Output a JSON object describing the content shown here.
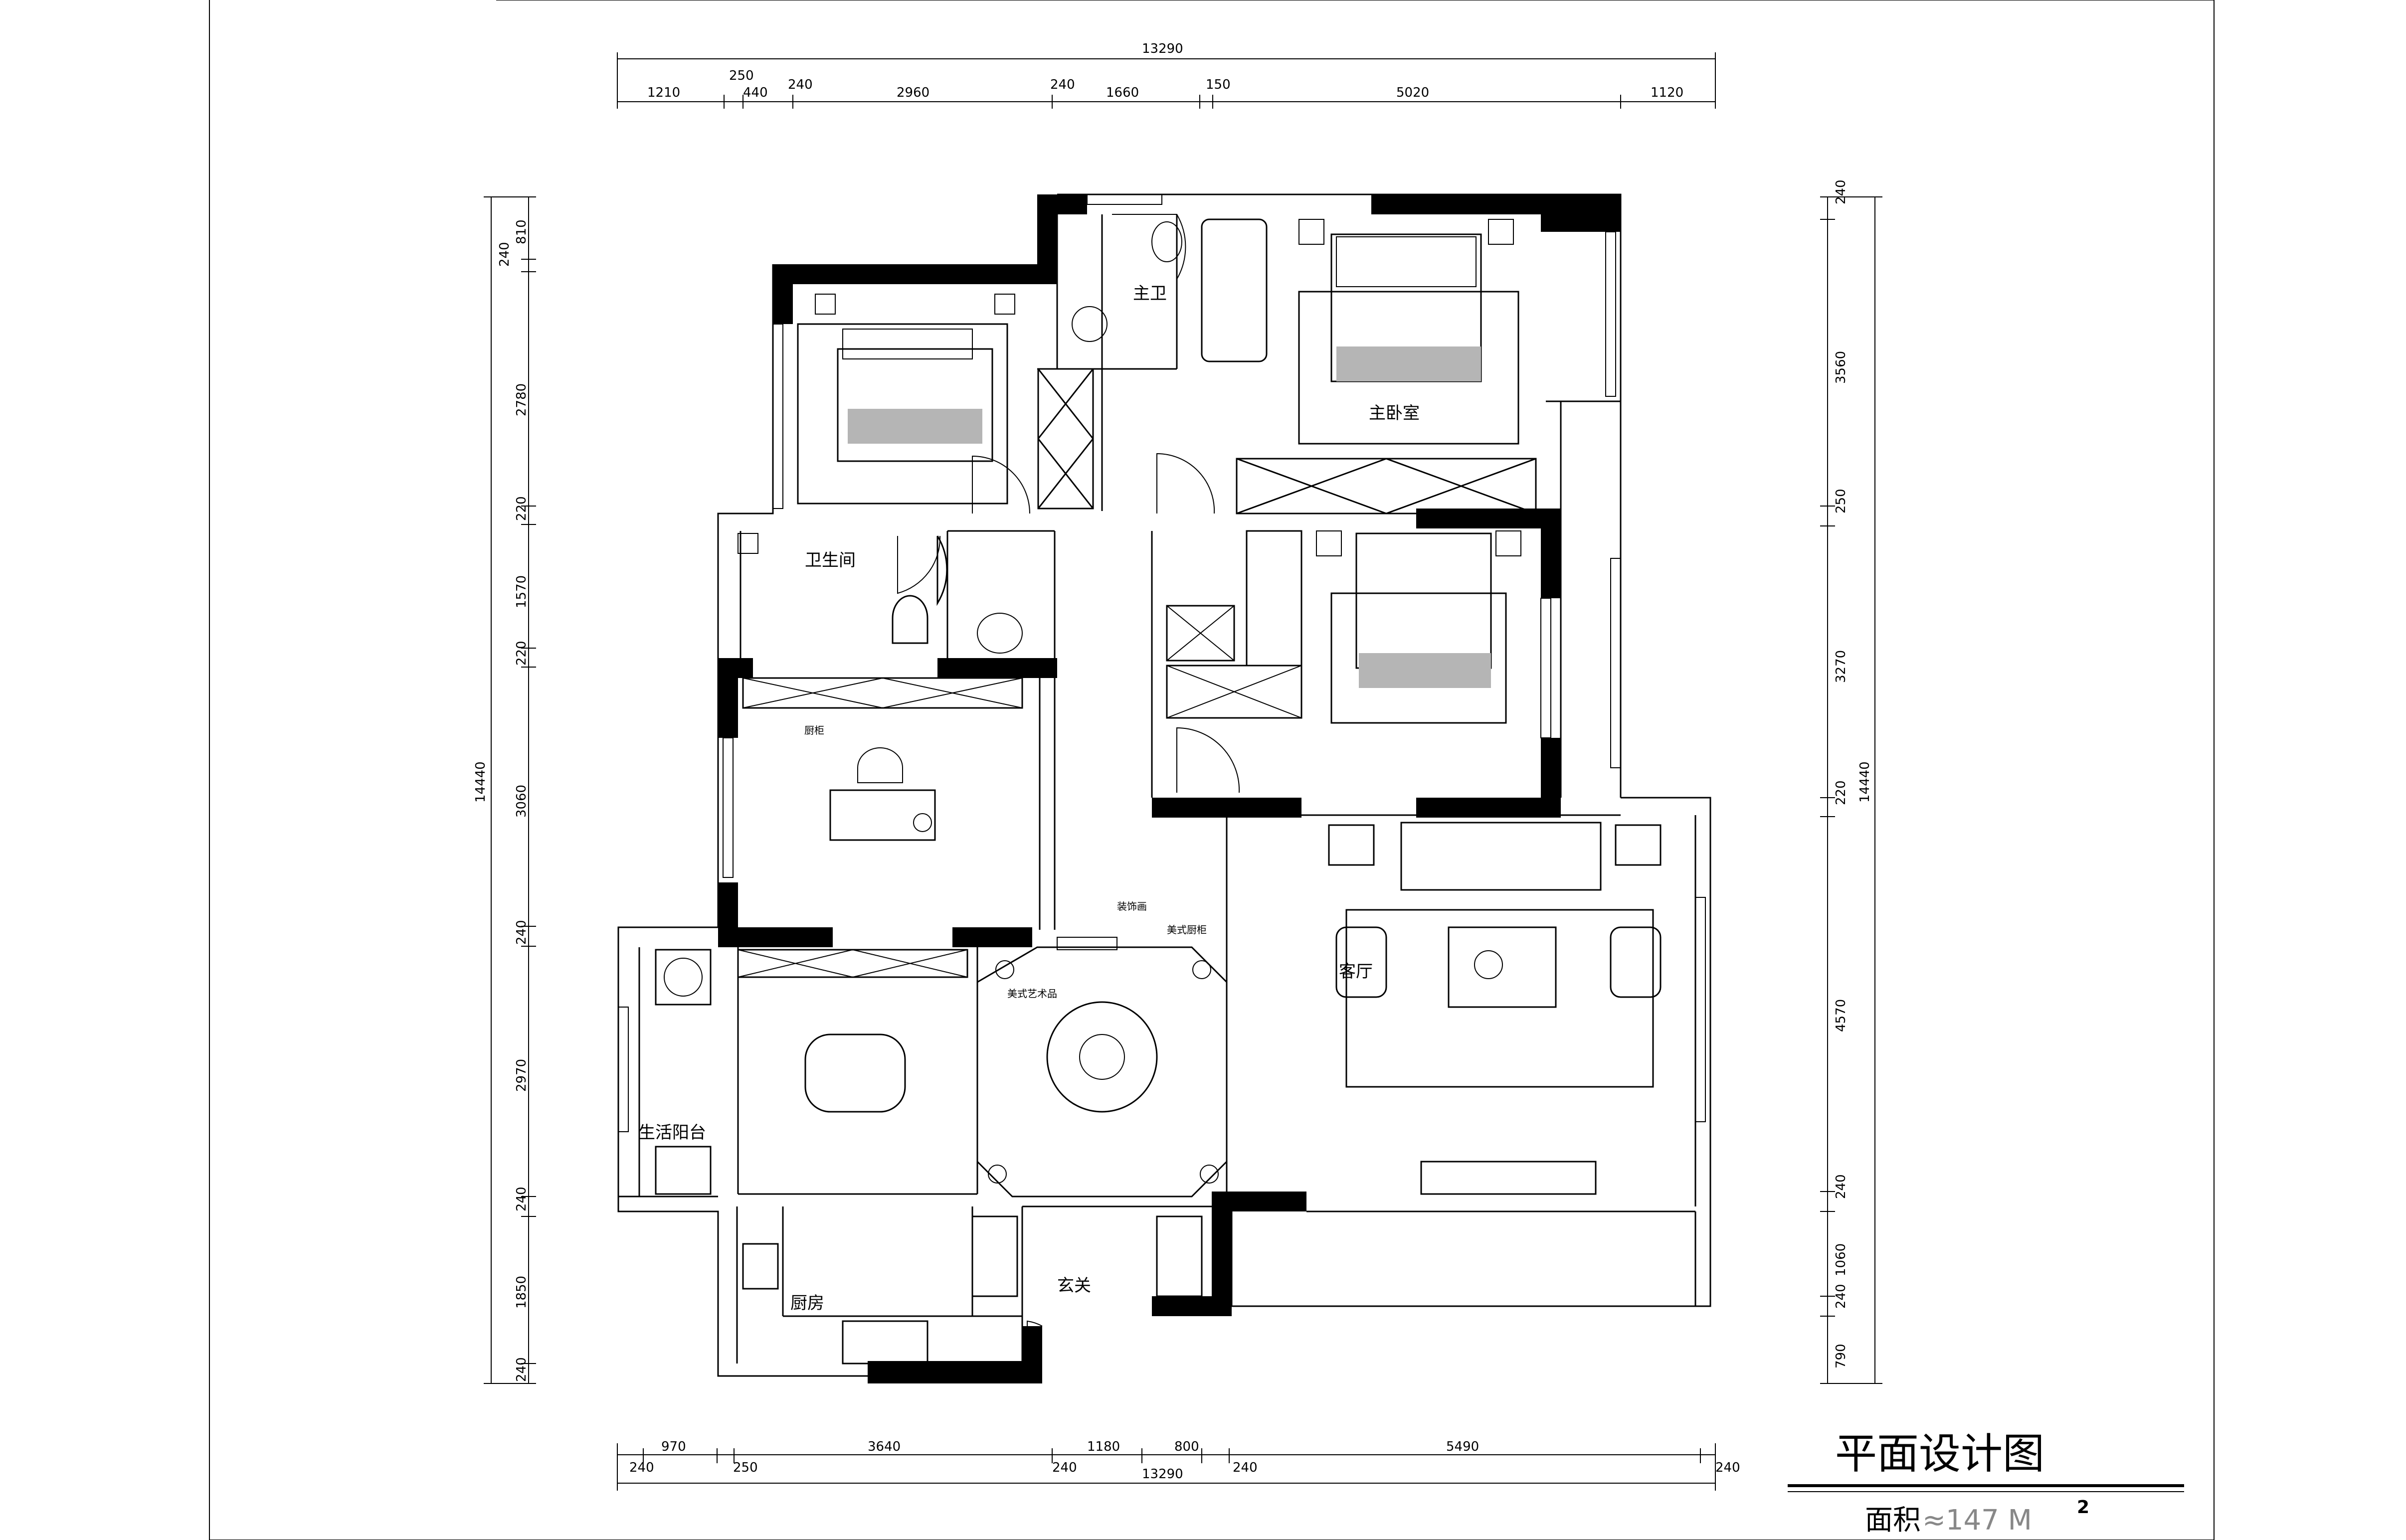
{
  "title": "平面设计图",
  "area": {
    "label": "面积",
    "value": "≈147  M",
    "unit_sup": "2"
  },
  "dims_top": {
    "total": "13290",
    "upper": [
      "250",
      "240",
      "240",
      "150"
    ],
    "lower": [
      "1210",
      "440",
      "2960",
      "1660",
      "5020",
      "1120"
    ]
  },
  "dims_bottom": {
    "upper": [
      "970",
      "3640",
      "1180",
      "800",
      "5490"
    ],
    "lower": [
      "240",
      "250",
      "240",
      "240",
      "240"
    ],
    "total": "13290"
  },
  "dims_left": {
    "total": "14440",
    "segments": [
      "240",
      "810",
      "2780",
      "220",
      "1570",
      "220",
      "3060",
      "240",
      "2970",
      "240",
      "1850",
      "240"
    ]
  },
  "dims_right": {
    "total": "14440",
    "segments": [
      "240",
      "3560",
      "250",
      "3270",
      "220",
      "4570",
      "240",
      "1060",
      "240",
      "790"
    ]
  },
  "rooms": {
    "master_bath": "主卫",
    "master_bedroom": "主卧室",
    "bathroom": "卫生间",
    "living_room": "客厅",
    "balcony": "生活阳台",
    "kitchen": "厨房",
    "entrance": "玄关"
  },
  "notes": {
    "cabinet": "厨柜",
    "decor_painting": "装饰画",
    "american_sideboard": "美式厨柜",
    "american_art_lamp": "美式艺术品"
  }
}
